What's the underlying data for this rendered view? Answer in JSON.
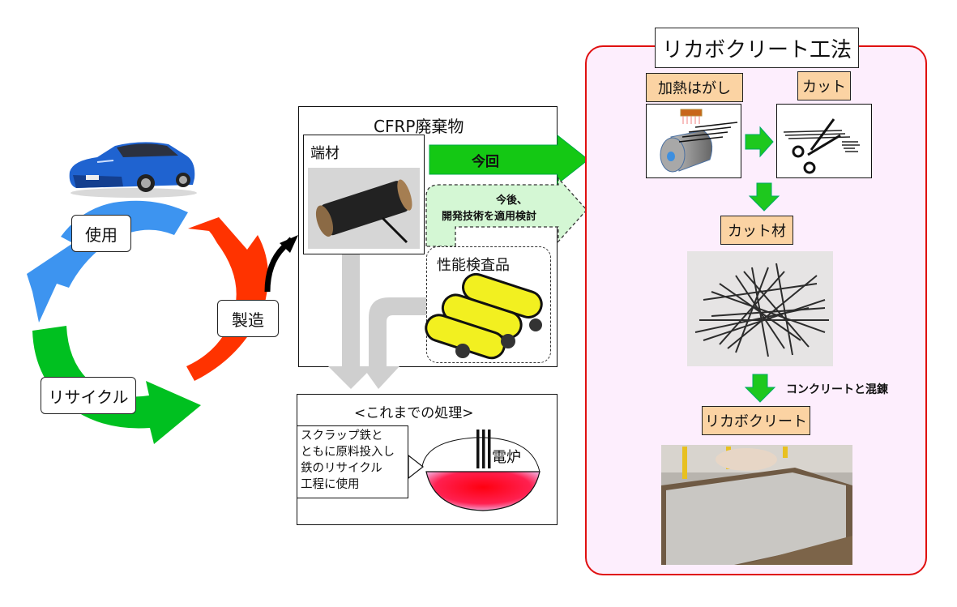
{
  "lifecycle": {
    "stages": [
      {
        "label": "使用",
        "color": "#3d94f0"
      },
      {
        "label": "製造",
        "color": "#ff3300"
      },
      {
        "label": "リサイクル",
        "color": "#00c020"
      }
    ],
    "car_image": "car-photo"
  },
  "cfrp_waste": {
    "title": "CFRP廃棄物",
    "offcut_label": "端材",
    "inspected_label": "性能検査品"
  },
  "arrows": {
    "current": "今回",
    "future_line1": "今後、",
    "future_line2": "開発技術を適用検討"
  },
  "previous_process": {
    "title": "<これまでの処理>",
    "description_lines": [
      "スクラップ鉄と",
      "ともに原料投入し",
      "鉄のリサイクル",
      "工程に使用"
    ],
    "furnace_label": "電炉"
  },
  "recabocrete": {
    "title": "リカボクリート工法",
    "steps": {
      "heat_peel": "加熱はがし",
      "cut": "カット",
      "cut_material": "カット材",
      "mix_note": "コンクリートと混錬",
      "final": "リカボクリート"
    },
    "colors": {
      "border": "#e01010",
      "background": "#fdeefd",
      "label_bg": "#fbd3a3",
      "arrow": "#1ec81e"
    }
  }
}
